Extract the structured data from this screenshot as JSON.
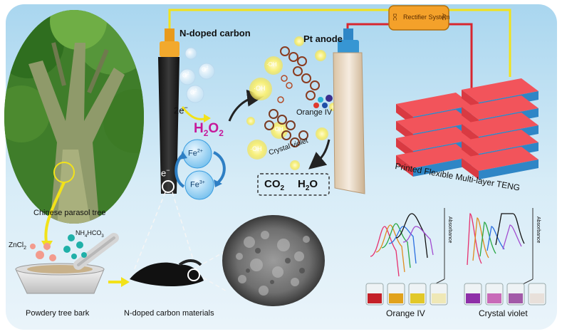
{
  "labels": {
    "n_doped_carbon": "N-doped carbon",
    "pt_anode": "Pt anode",
    "rectifier": "Rectifier System",
    "rectifier_ac": "AC",
    "rectifier_dc": "DC",
    "teng": "Printed Flexible Multi-layer TENG",
    "tree": "Chinese parasol tree",
    "bark": "Powdery tree bark",
    "carbon_materials": "N-doped carbon materials",
    "h2o2_main": "H",
    "h2o2_sub1": "2",
    "h2o2_mid": "O",
    "h2o2_sub2": "2",
    "electron_2": "2e",
    "electron_1": "e",
    "electron_sup": "−",
    "fe2": "Fe",
    "fe2_sup": "2+",
    "fe3": "Fe",
    "fe3_sup": "3+",
    "orange_iv": "Orange IV",
    "crystal_violet": "Crystal violet",
    "co2": "CO",
    "co2_sub": "2",
    "h2o": "H",
    "h2o_sub": "2",
    "h2o_o": "O",
    "oh": "·OH",
    "o2": "O",
    "o2_sup": "2",
    "zncl2": "ZnCl",
    "zncl2_sub": "2",
    "nh4hco3": "NH",
    "nh4hco3_sub1": "4",
    "nh4hco3_mid": "HCO",
    "nh4hco3_sub2": "3",
    "beaker_orange": "Orange IV",
    "beaker_crystal": "Crystal violet",
    "absorbance": "Absorbance"
  },
  "colors": {
    "wire_yellow": "#f2e21a",
    "wire_red": "#d8262f",
    "h2o2": "#c6189a",
    "teng_red": "#f2545b",
    "teng_blue": "#2f86c6",
    "panel_bg": "#bfe0f2",
    "fe_blue": "#3a9de0"
  }
}
